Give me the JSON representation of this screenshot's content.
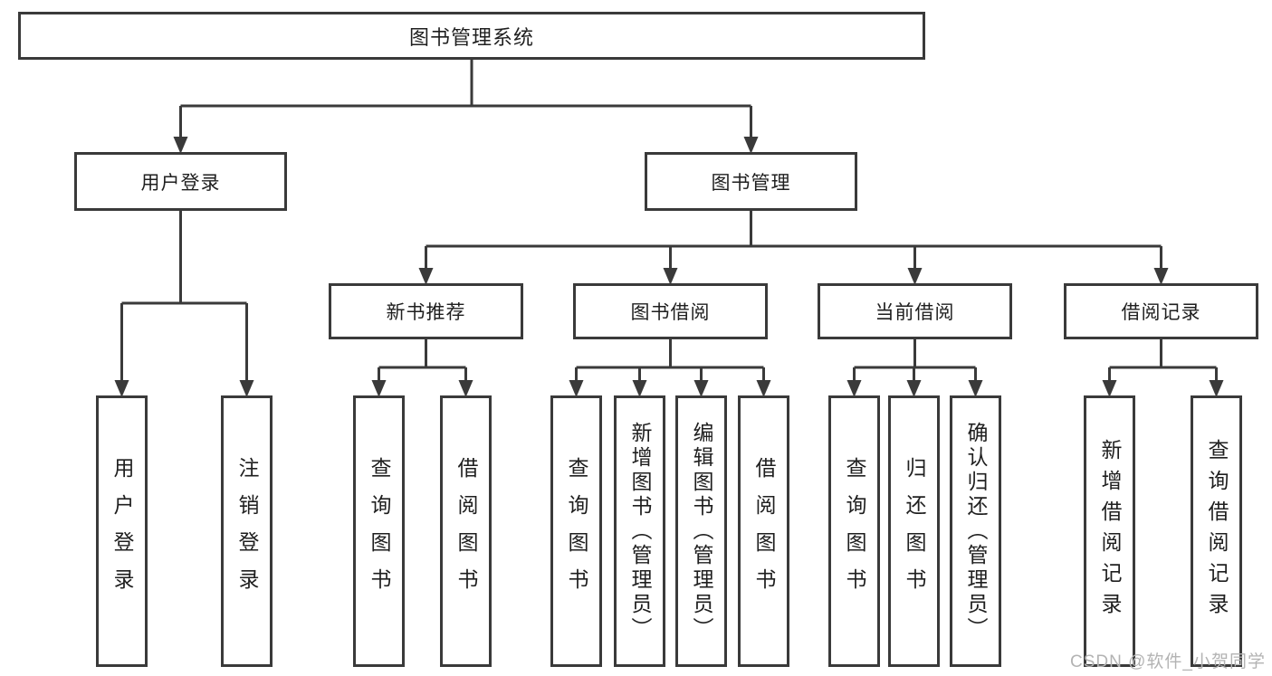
{
  "diagram": {
    "title": "图书管理系统",
    "root": {
      "label": "图书管理系统"
    },
    "level2": [
      {
        "id": "user-login",
        "label": "用户登录"
      },
      {
        "id": "book-management",
        "label": "图书管理"
      }
    ],
    "level3": [
      {
        "id": "new-book-recommendation",
        "label": "新书推荐",
        "parent": "图书管理"
      },
      {
        "id": "book-borrowing",
        "label": "图书借阅",
        "parent": "图书管理"
      },
      {
        "id": "current-borrowing",
        "label": "当前借阅",
        "parent": "图书管理"
      },
      {
        "id": "borrowing-records",
        "label": "借阅记录",
        "parent": "图书管理"
      }
    ],
    "leaves": [
      {
        "label": "用户登录",
        "parent": "用户登录"
      },
      {
        "label": "注销登录",
        "parent": "用户登录"
      },
      {
        "label": "查询图书",
        "parent": "新书推荐"
      },
      {
        "label": "借阅图书",
        "parent": "新书推荐"
      },
      {
        "label": "查询图书",
        "parent": "图书借阅"
      },
      {
        "label": "新增图书（管理员）",
        "parent": "图书借阅"
      },
      {
        "label": "编辑图书（管理员）",
        "parent": "图书借阅"
      },
      {
        "label": "借阅图书",
        "parent": "图书借阅"
      },
      {
        "label": "查询图书",
        "parent": "当前借阅"
      },
      {
        "label": "归还图书",
        "parent": "当前借阅"
      },
      {
        "label": "确认归还（管理员）",
        "parent": "当前借阅"
      },
      {
        "label": "新增借阅记录",
        "parent": "借阅记录"
      },
      {
        "label": "查询借阅记录",
        "parent": "借阅记录"
      }
    ]
  },
  "watermark": "CSDN @软件_小贺同学",
  "colors": {
    "line": "#3a3a3a",
    "text": "#1f1f1f",
    "watermark": "#b3b3b3",
    "background": "#ffffff"
  }
}
